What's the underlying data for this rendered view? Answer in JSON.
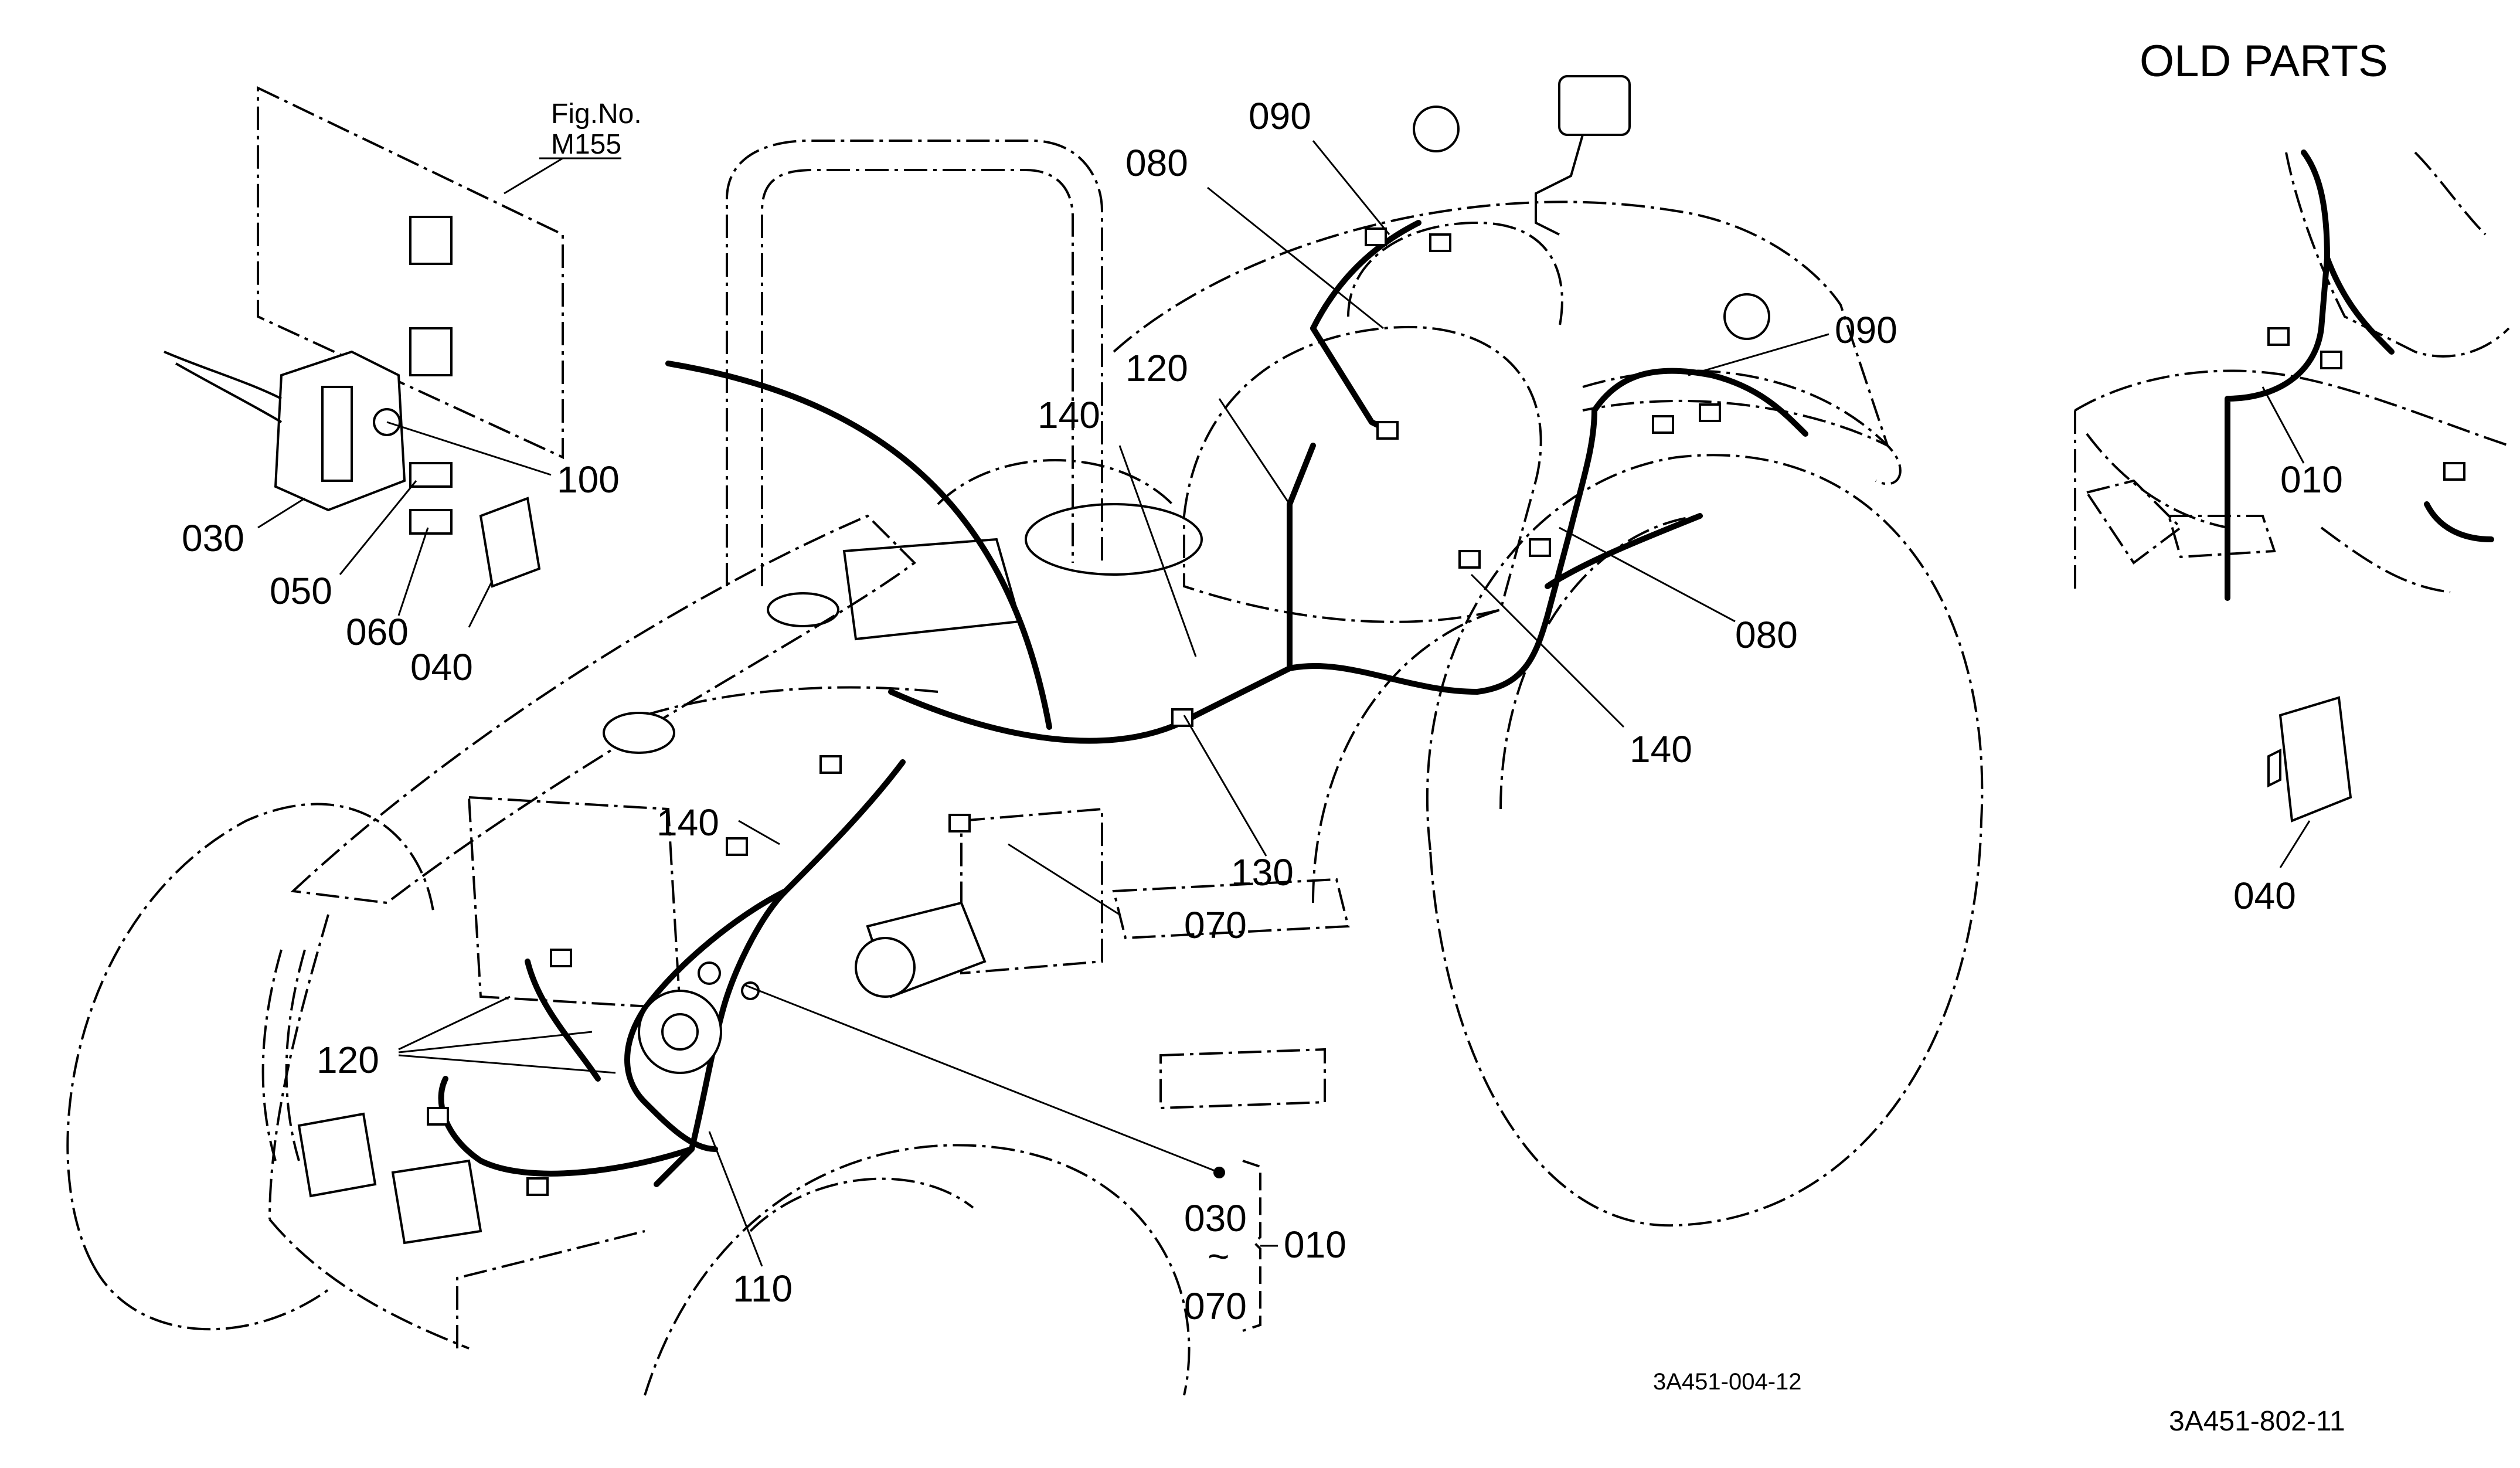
{
  "header": {
    "title": "OLD PARTS",
    "fig_ref_line1": "Fig.No.",
    "fig_ref_line2": "M155"
  },
  "callouts": {
    "c090_top": "090",
    "c080_top": "080",
    "c090_right": "090",
    "c120_mid": "120",
    "c140_mid": "140",
    "c100": "100",
    "c030": "030",
    "c050": "050",
    "c060": "060",
    "c040": "040",
    "c080_right": "080",
    "c140_right": "140",
    "c140_left": "140",
    "c130": "130",
    "c070": "070",
    "c120_left": "120",
    "c110": "110",
    "c010_inset": "010",
    "c040_inset": "040"
  },
  "assembly": {
    "start": "030",
    "tilde": "~",
    "end": "070",
    "parent": "010"
  },
  "drawing_numbers": {
    "main": "3A451-004-12",
    "page": "3A451-802-11"
  }
}
